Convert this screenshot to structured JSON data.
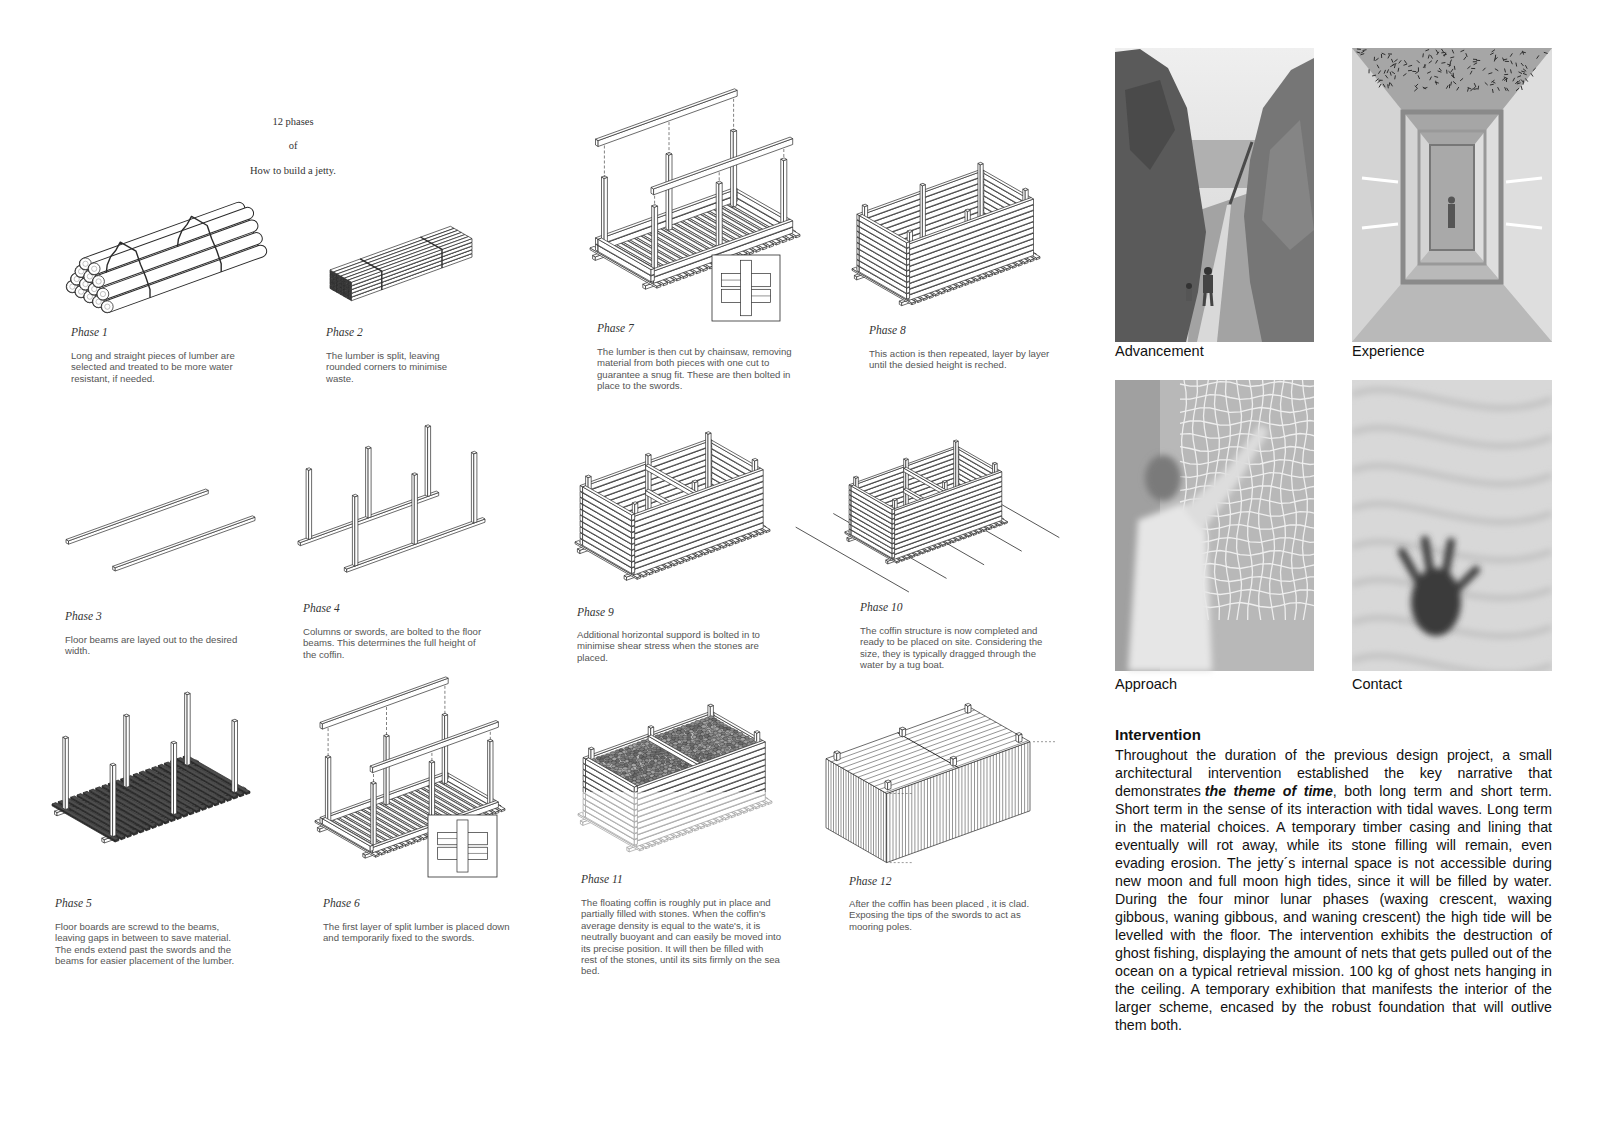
{
  "diagram": {
    "labels": [
      "12 phases",
      "of",
      "How to build a jetty.",
      "Phase 1",
      "Long and straight pieces of lumber are selected and treated to be more water resistant, if needed.",
      "Phase 2",
      "The lumber is split, leaving rounded corners to minimise waste.",
      "Phase 7",
      "The lumber is then cut by chainsaw, removing material from both pieces with one cut to guarantee a snug fit. These are then bolted in place to the swords.",
      "Phase 8",
      "This action is then repeated, layer by layer until the desied height is reched.",
      "Phase 3",
      "Floor beams are layed out to the desired width.",
      "Phase 4",
      "Columns or swords, are bolted to the floor beams. This determines the full height of the coffin.",
      "Phase 9",
      "Additional horizontal suppord is bolted in to minimise shear stress when the stones are placed.",
      "Phase 10",
      "The coffin structure is now completed and ready to be placed on site. Considering the size, they is typically dragged through the water by a tug boat.",
      "Phase 5",
      "Floor boards are screwd to the beams, leaving gaps in between to save material. The ends extend past the swords and the beams for easier placement of the lumber.",
      "Phase 6",
      "The first layer of split lumber is placed down and temporarily fixed to the swords.",
      "Phase 11",
      "The floating coffin is roughly put in place and partially filled with stones. When the coffin's average density is equal to the wate's, it is neutrally buoyant and can easily be moved into its precise position. It will then be filled with rest of the stones, until its sits firmly on the sea bed.",
      "Phase 12",
      "After the coffin has been placed , it is clad. Exposing the tips of the swords to act as mooring poles.",
      "Advancement",
      "Experience",
      "Approach",
      "Contact",
      "Intervention",
      "Throughout the duration of the previous design project, a small architectural intervention established the key narrative that demonstrates",
      "the theme of time",
      ", both long term and short term. Short term in the sense of its interaction with tidal waves. Long term in the material choices. A temporary timber casing and lining that eventually will rot away, while its stone filling will remain, even evading erosion. The jetty´s internal space is not accessible during new moon and full moon high tides, since it will be filled by water. During the four minor lunar phases (waxing crescent, waxing gibbous, waning gibbous, and waning crescent) the high tide will be levelled with the floor. The intervention exhibits the destruction of ghost fishing, displaying the amount of nets that gets pulled out of the ocean on a typical retrieval mission. 100 kg of ghost nets hanging in the ceiling. A temporary exhibition that manifests the interior of the larger scheme, encased by the robust foundation that will outlive them both."
    ]
  }
}
